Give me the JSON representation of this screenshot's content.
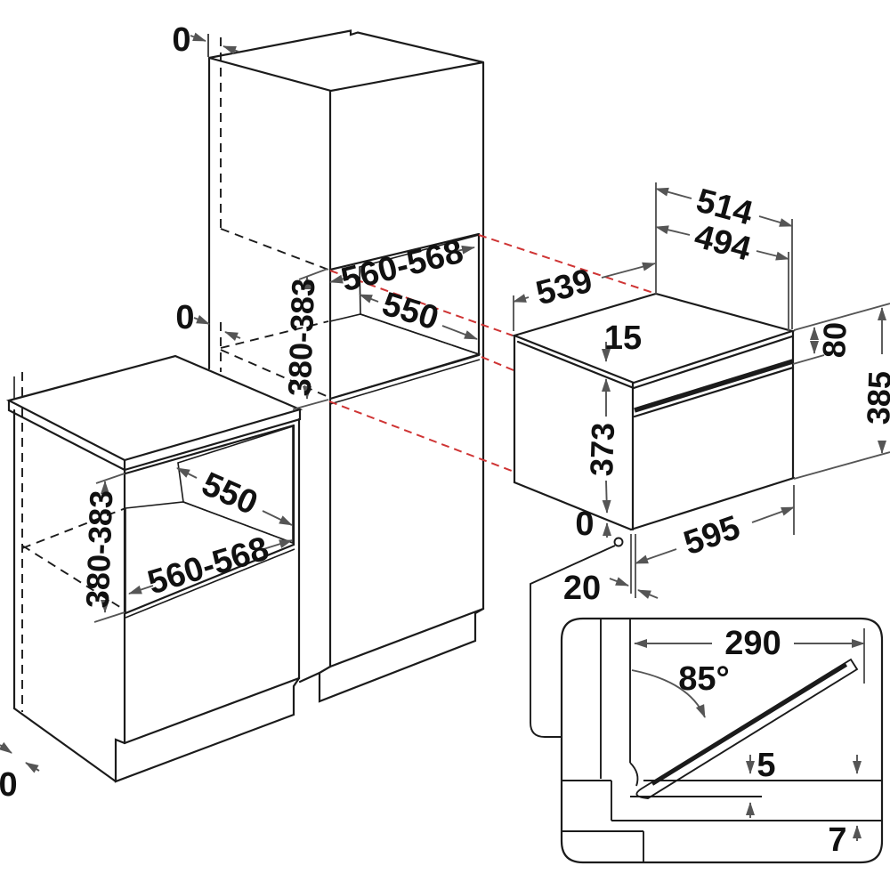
{
  "diagram": {
    "title": "built-in compact oven installation dimensions",
    "colors": {
      "line": "#1b1b1b",
      "dimension": "#555555",
      "projection_red": "#cf3434",
      "niche_back_panel": "#a0a0a0",
      "niche_shelf": "#d4d4d4"
    },
    "labels": {
      "wall_gap_top": "0",
      "wall_gap_counter": "0",
      "wall_gap_floor": "0",
      "tall_niche_width": "560-568",
      "tall_niche_depth": "550",
      "tall_niche_height": "380-383",
      "base_niche_width": "560-568",
      "base_niche_depth": "550",
      "base_niche_height": "380-383",
      "appliance_depth_total": "539",
      "appliance_depth_body": "514",
      "appliance_depth_back": "494",
      "appliance_top_trim": "15",
      "appliance_trim_height": "80",
      "appliance_height": "385",
      "appliance_door_height": "373",
      "appliance_width": "595",
      "door_plane_gap": "0",
      "door_bottom_clearance": "20",
      "detail_door_reach": "290",
      "detail_door_angle": "85°",
      "detail_gap_door": "5",
      "detail_gap_front": "7"
    }
  }
}
